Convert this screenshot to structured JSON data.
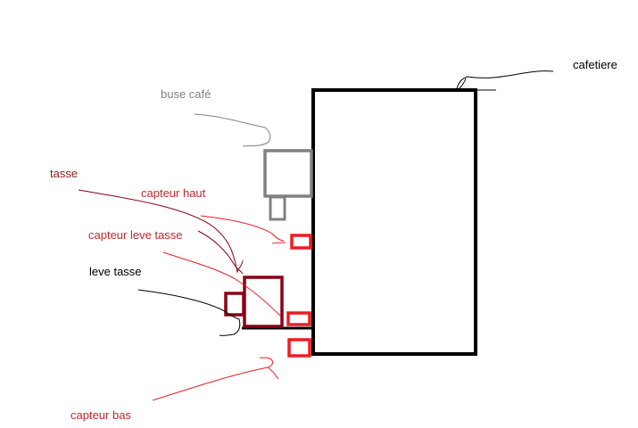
{
  "labels": {
    "cafetiere": "cafetiere",
    "buse_cafe": "buse café",
    "tasse": "tasse",
    "capteur_haut": "capteur haut",
    "capteur_leve_tasse": "capteur leve tasse",
    "leve_tasse": "leve tasse",
    "capteur_bas": "capteur bas"
  },
  "colors": {
    "machine": "#000000",
    "buse": "#808080",
    "tasse": "#880015",
    "capteur": "#ed1c24",
    "label_grey": "#808080",
    "label_red": "#c0282d",
    "label_black": "#000000",
    "label_dark_red": "#8b1a1a"
  }
}
